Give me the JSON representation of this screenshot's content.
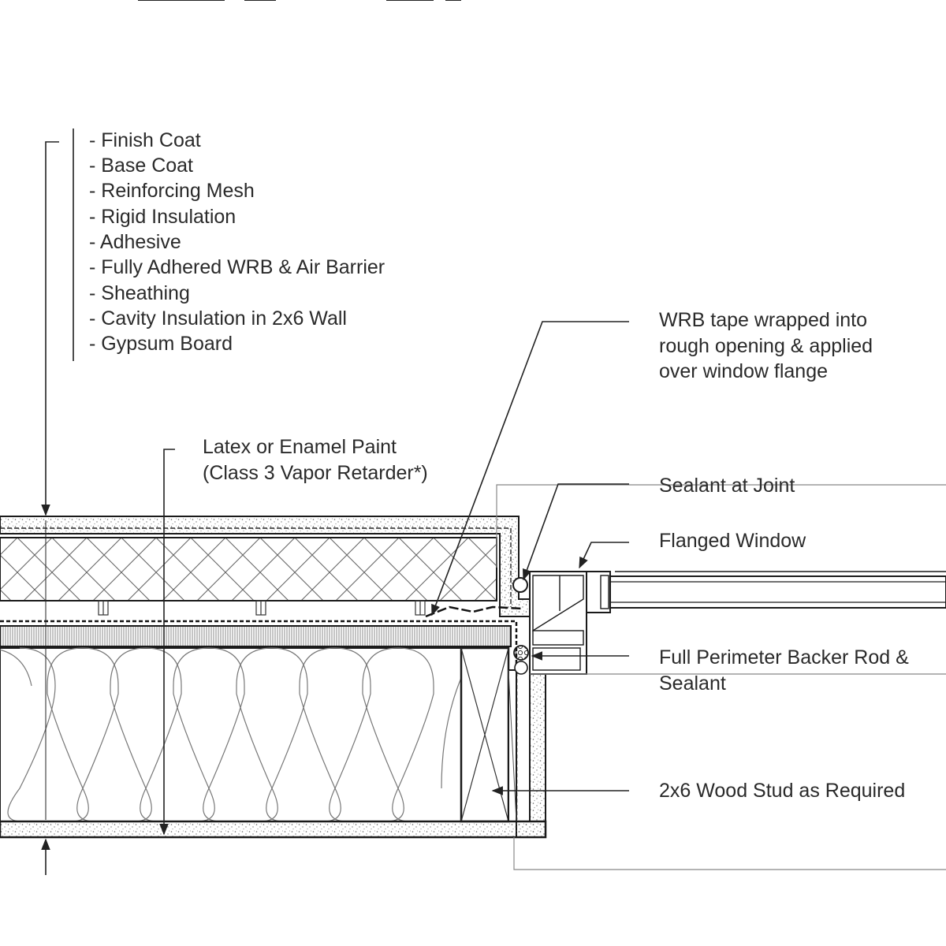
{
  "layer_list": [
    "- Finish Coat",
    "- Base Coat",
    "- Reinforcing Mesh",
    "- Rigid Insulation",
    "- Adhesive",
    "- Fully Adhered WRB & Air Barrier",
    "- Sheathing",
    "- Cavity Insulation in 2x6 Wall",
    "- Gypsum Board"
  ],
  "callouts": {
    "wrb_tape": [
      "WRB tape wrapped into",
      "rough opening & applied",
      "over window flange"
    ],
    "paint": [
      "Latex or Enamel Paint",
      "(Class 3 Vapor Retarder*)"
    ],
    "sealant_joint": "Sealant at Joint",
    "flanged_window": "Flanged Window",
    "backer_rod": [
      "Full Perimeter Backer Rod &",
      "Sealant"
    ],
    "stud": "2x6 Wood Stud as Required"
  },
  "colors": {
    "line": "#1a1a1a",
    "thin": "#555555",
    "text": "#2a2a2a",
    "stipple": "#777777"
  }
}
